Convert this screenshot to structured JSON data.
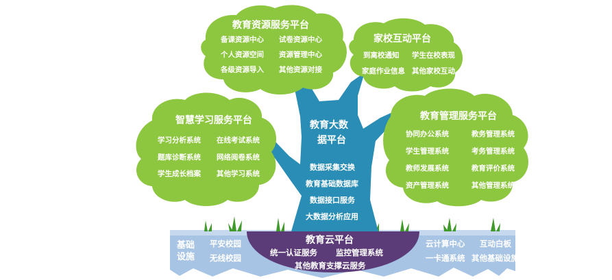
{
  "colors": {
    "leaf": "#8dc63f",
    "leaf_dark": "#78b32c",
    "trunk": "#2a8db5",
    "trunk_dark": "#1d7aa0",
    "ground": "#a8c4e4",
    "ground_dark": "#8fb2da",
    "cloud_platform": "#5b3b78",
    "grass": "#3f9a2a"
  },
  "clouds": {
    "resources": {
      "title": "教育资源服务平台",
      "items": [
        "备课资源中心",
        "试卷资源中心",
        "个人资源空间",
        "资源管理中心",
        "各级资源导入",
        "其他资源对接"
      ]
    },
    "home_school": {
      "title": "家校互动平台",
      "items": [
        "到离校通知",
        "学生在校表现",
        "家庭作业信息",
        "其他家校互动"
      ]
    },
    "smart_learning": {
      "title": "智慧学习服务平台",
      "items": [
        "学习分析系统",
        "在线考试系统",
        "题库诊断系统",
        "网络阅卷系统",
        "学生成长档案",
        "其他学习系统"
      ]
    },
    "management": {
      "title": "教育管理服务平台",
      "items": [
        "协同办公系统",
        "教务管理系统",
        "学生管理系统",
        "考务管理系统",
        "教师发展系统",
        "教育评价系统",
        "资产管理系统",
        "其他管理系统"
      ]
    }
  },
  "trunk": {
    "title_line1": "教育大数",
    "title_line2": "据平台",
    "items": [
      "数据采集交换",
      "教育基础数据库",
      "数据接口服务",
      "大数据分析应用"
    ]
  },
  "ground": {
    "left_label_line1": "基础",
    "left_label_line2": "设施",
    "left_items": [
      "平安校园",
      "无线校园"
    ],
    "cloud_platform": {
      "title": "教育云平台",
      "items": [
        "统一认证服务",
        "监控管理系统",
        "其他教育支撑云服务"
      ]
    },
    "right_items": [
      "云计算中心",
      "互动白板",
      "一卡通系统",
      "其他基础设施"
    ]
  }
}
